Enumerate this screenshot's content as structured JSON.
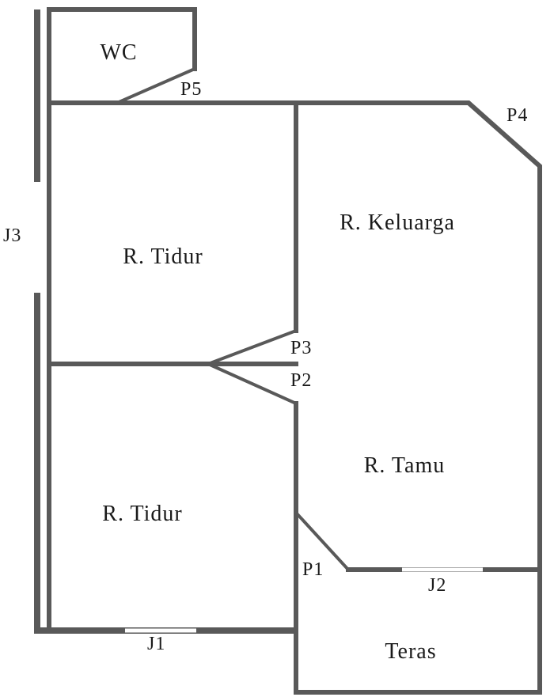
{
  "rooms": {
    "wc": "WC",
    "bedroom_top": "R. Tidur",
    "family_room": "R. Keluarga",
    "bedroom_bottom": "R. Tidur",
    "living_room": "R. Tamu",
    "terrace": "Teras"
  },
  "doors": {
    "p1": "P1",
    "p2": "P2",
    "p3": "P3",
    "p4": "P4",
    "p5": "P5"
  },
  "windows": {
    "j1": "J1",
    "j2": "J2",
    "j3": "J3"
  },
  "colors": {
    "wall": "#595959",
    "text": "#1a1a1a",
    "background": "#ffffff"
  }
}
